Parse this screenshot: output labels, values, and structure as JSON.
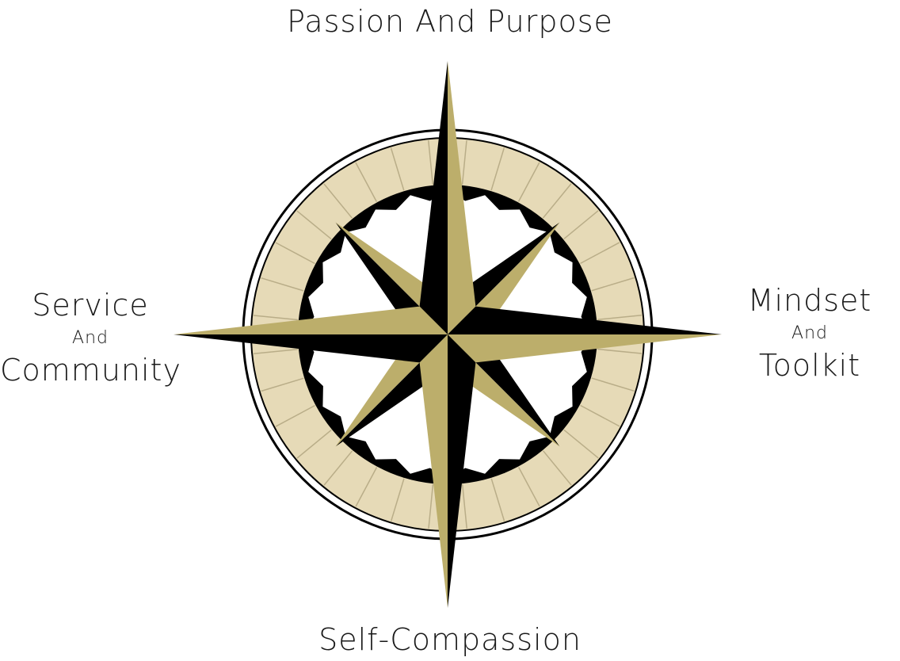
{
  "labels": {
    "north": "Passion And Purpose",
    "south": "Self-Compassion",
    "west": {
      "line1": "Service",
      "line2": "And",
      "line3": "Community"
    },
    "east": {
      "line1": "Mindset",
      "line2": "And",
      "line3": "Toolkit"
    }
  },
  "colors": {
    "gold": "#bcae6b",
    "ring_fill": "#e6dab7",
    "ink": "#000000",
    "background": "#ffffff"
  }
}
